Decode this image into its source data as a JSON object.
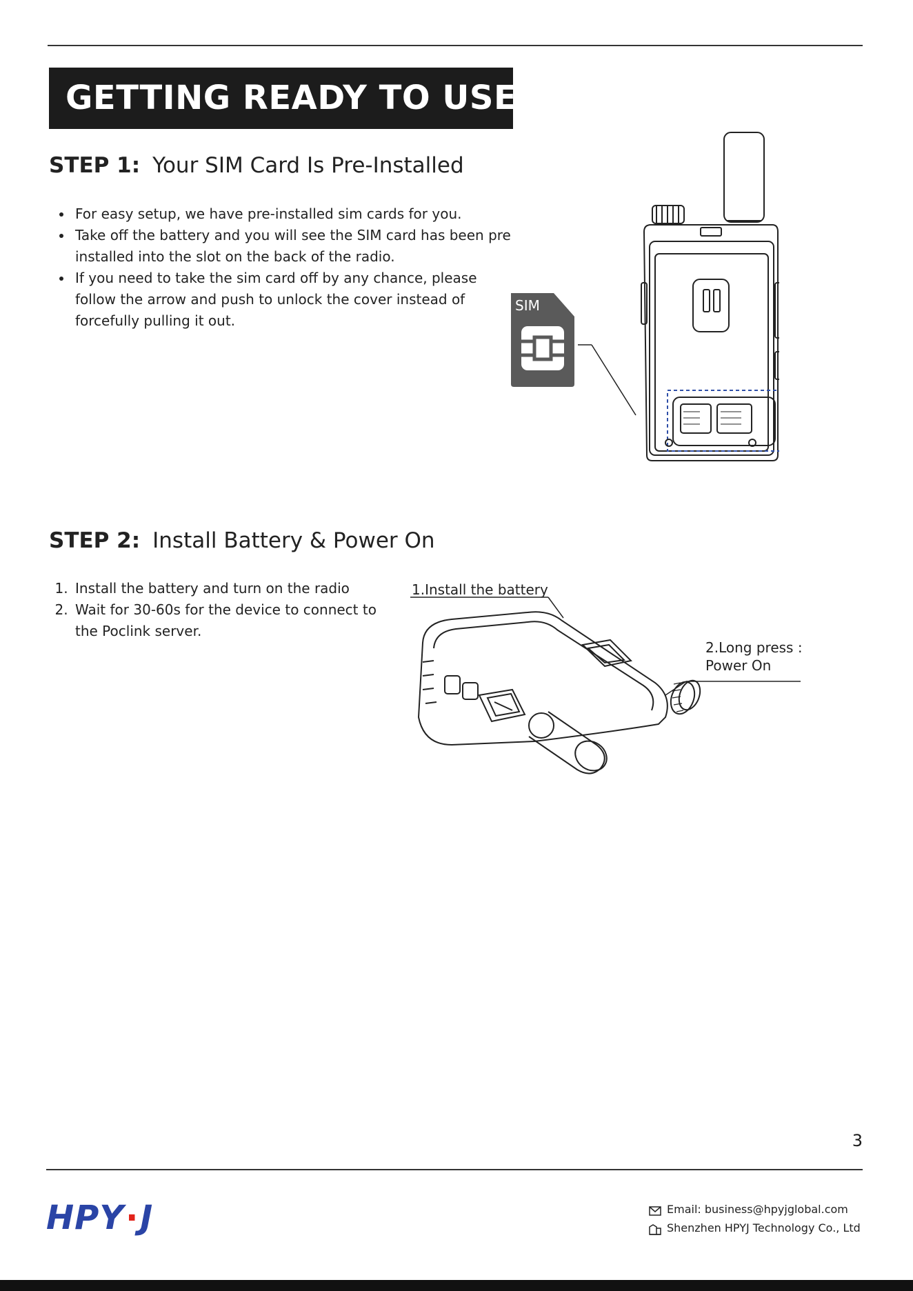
{
  "header": {
    "title": "GETTING READY TO USE"
  },
  "step1": {
    "number": "STEP 1:",
    "title": "Your SIM Card Is Pre-Installed",
    "bullets": [
      "For easy setup, we have pre-installed sim cards for you.",
      "Take off the battery and you will see the SIM card has been pre installed into the slot on the back of the radio.",
      "If you need to take the sim card off by any chance, please follow the arrow and push to unlock the cover instead of forcefully pulling it out."
    ],
    "sim_label": "SIM"
  },
  "step2": {
    "number": "STEP 2:",
    "title": "Install Battery & Power On",
    "items": [
      "Install the battery and turn on the radio",
      "Wait for 30-60s for the device to connect to the Poclink server."
    ],
    "callout_battery": "1.Install the battery",
    "callout_power_line1": "2.Long press :",
    "callout_power_line2": "Power On"
  },
  "footer": {
    "page_number": "3",
    "logo_left": "HPY",
    "logo_dot": "·",
    "logo_right": "J",
    "email": "Email: business@hpyjglobal.com",
    "company": "Shenzhen HPYJ Technology Co., Ltd"
  },
  "colors": {
    "logo_blue": "#2a44a6",
    "logo_red": "#e2231a",
    "title_bg": "#1c1c1c",
    "sim_gray": "#5a5a5a",
    "slot_dash": "#2f4fa8"
  }
}
